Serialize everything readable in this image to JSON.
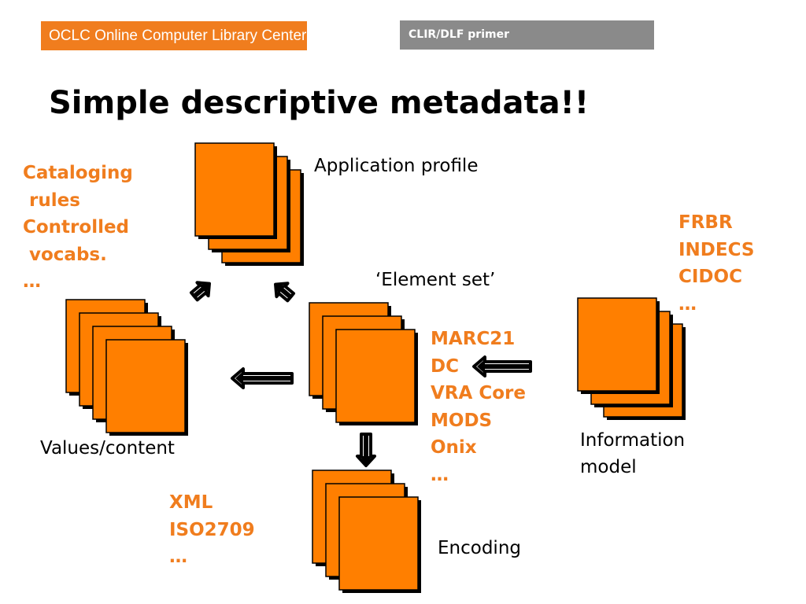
{
  "header": {
    "org_banner": "OCLC Online Computer Library Center",
    "deck_banner": "CLIR/DLF primer"
  },
  "slide": {
    "title": "Simple descriptive metadata!!"
  },
  "diagram": {
    "application_profile": {
      "label": "Application profile",
      "examples": [
        "Cataloging",
        " rules",
        "Controlled",
        " vocabs.",
        "…"
      ]
    },
    "element_set": {
      "label": "‘Element set’",
      "examples": [
        "MARC21",
        "DC",
        "VRA Core",
        "MODS",
        "Onix",
        "…"
      ]
    },
    "values_content": {
      "label": "Values/content"
    },
    "encoding": {
      "label": "Encoding",
      "examples": [
        "XML",
        "ISO2709",
        "…"
      ]
    },
    "information_model": {
      "label_line1": "Information",
      "label_line2": "model",
      "examples": [
        "FRBR",
        "INDECS",
        "CIDOC",
        "…"
      ]
    }
  },
  "colors": {
    "accent": "#f07d1e",
    "doc_fill": "#ff7f00",
    "banner_gray": "#8a8a8a",
    "text": "#000000"
  }
}
